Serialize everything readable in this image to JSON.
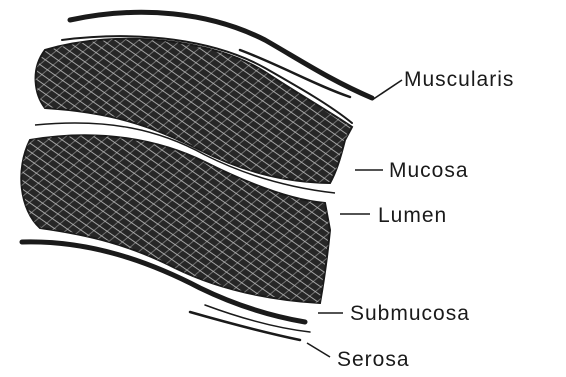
{
  "diagram": {
    "labels": {
      "muscularis": "Muscularis",
      "mucosa": "Mucosa",
      "lumen": "Lumen",
      "submucosa": "Submucosa",
      "serosa": "Serosa"
    },
    "colors": {
      "ink": "#1a1a1a",
      "tissue": "#262626",
      "background": "#ffffff"
    }
  }
}
